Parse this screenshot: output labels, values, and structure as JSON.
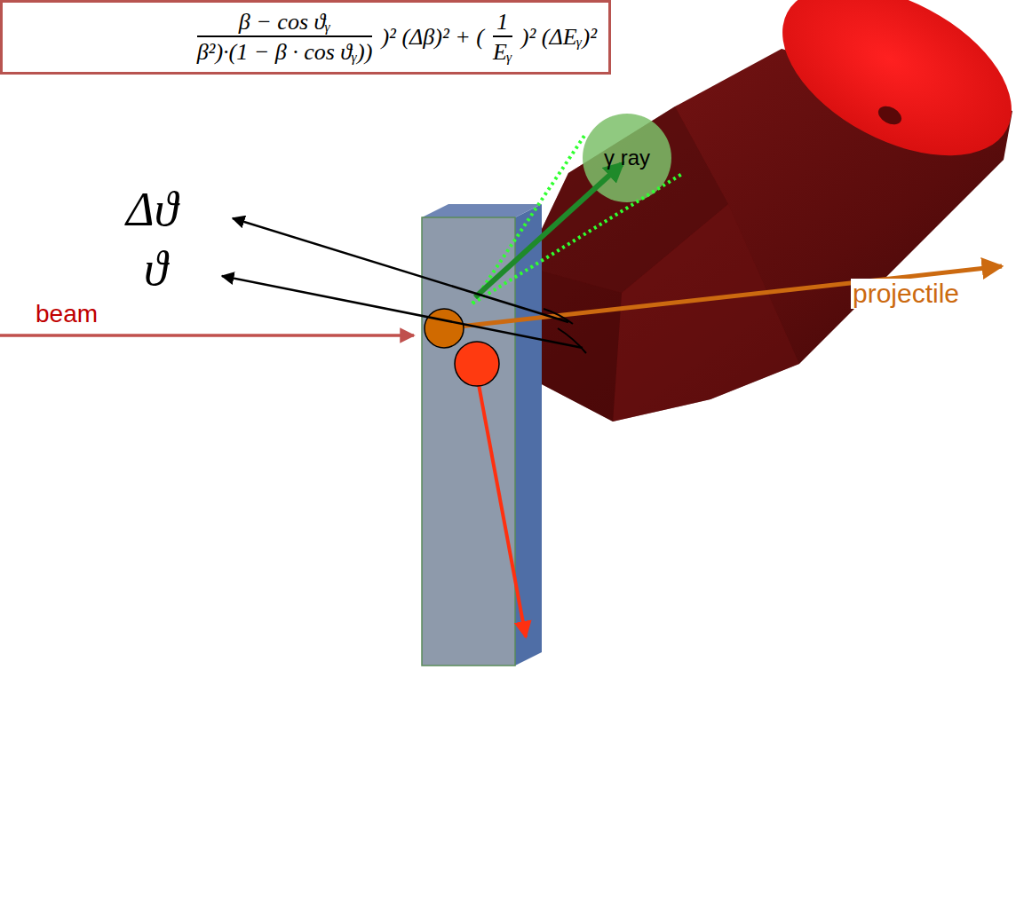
{
  "diagram": {
    "nodes": [
      {
        "text": [
          "β − cos ϑᵧ",
          "β²)·(1 − β · cos ϑᵧ))",
          ")² (Δβ)² + (",
          "1",
          "Eᵧ",
          ")² (ΔEᵧ)²"
        ]
      },
      {
        "text": [
          "γ ray"
        ]
      }
    ],
    "labels": [
      "Δϑ",
      "ϑ",
      "beam",
      "projectile"
    ]
  }
}
